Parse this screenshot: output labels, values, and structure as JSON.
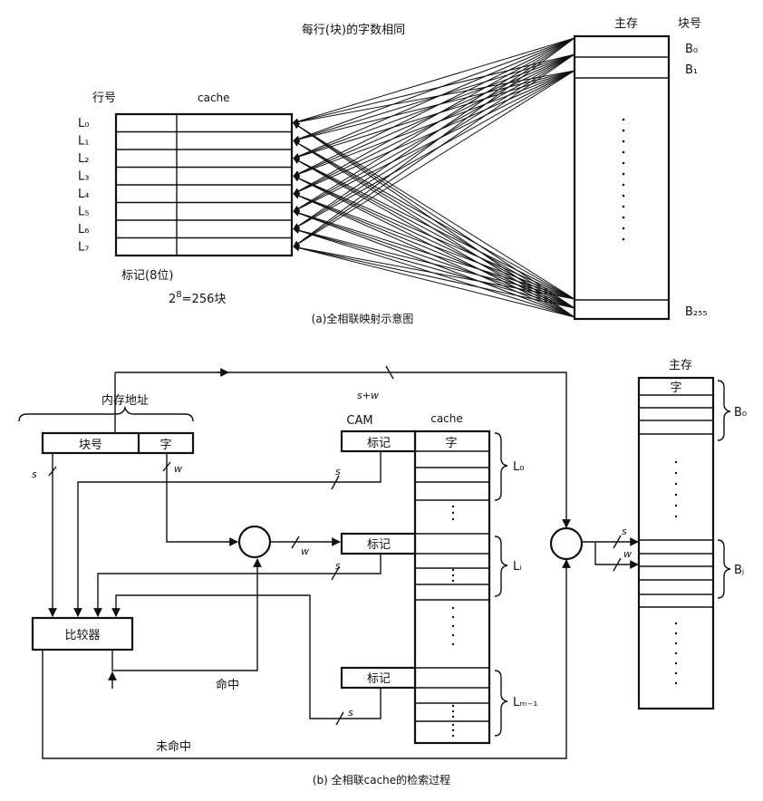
{
  "part_a": {
    "top_note": "每行(块)的字数相同",
    "row_header": "行号",
    "cache_label": "cache",
    "memory_label": "主存",
    "block_header": "块号",
    "row_labels": [
      "L₀",
      "L₁",
      "L₂",
      "L₃",
      "L₄",
      "L₅",
      "L₆",
      "L₇"
    ],
    "block_top_labels": [
      "B₀",
      "B₁"
    ],
    "block_bottom_label": "B₂₅₅",
    "tag_label": "标记(8位)",
    "blocks_formula_base": "2",
    "blocks_formula_exp": "8",
    "blocks_formula_rest": "=256块",
    "caption": "(a)全相联映射示意图"
  },
  "part_b": {
    "addr_title": "内存地址",
    "block_no_field": "块号",
    "word_field": "字",
    "cam_label": "CAM",
    "cache_label": "cache",
    "tag_cell": "标记",
    "word_cell": "字",
    "memory_label": "主存",
    "memory_word": "字",
    "comparator": "比较器",
    "hit": "命中",
    "miss": "未命中",
    "sw_label": "s+w",
    "s_label": "s",
    "w_label": "w",
    "line_labels": [
      "L₀",
      "Lᵢ",
      "Lₘ₋₁"
    ],
    "block_labels": [
      "B₀",
      "Bⱼ"
    ],
    "caption": "(b) 全相联cache的检索过程"
  }
}
